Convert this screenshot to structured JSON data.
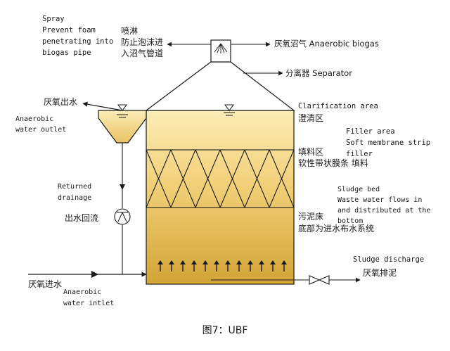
{
  "labels": {
    "spray_en": [
      "Spray",
      "Prevent foam",
      "penetrating into",
      "biogas pipe"
    ],
    "spray_zh": [
      "喷淋",
      "防止泡沫进",
      "入沼气管道"
    ],
    "biogas": "厌氧沼气 Anaerobic biogas",
    "separator": "分离器 Separator",
    "outlet_zh": "厌氧出水",
    "outlet_en": [
      "Anaerobic",
      "water outlet"
    ],
    "clarification_en": "Clarification area",
    "clarification_zh": "澄清区",
    "filler_en": [
      "Filler area",
      "Soft membrane strip",
      "filler"
    ],
    "filler_zh": [
      "填料区",
      "软性带状膜条 填料"
    ],
    "returned_en": [
      "Returned",
      "drainage"
    ],
    "returned_zh": "出水回流",
    "sludge_bed_en": [
      "Sludge bed",
      "Waste water flows in",
      "and distributed at the",
      "bottom"
    ],
    "sludge_bed_zh": [
      "污泥床",
      "底部为进水布水系统"
    ],
    "sludge_discharge_en": "Sludge discharge",
    "sludge_discharge_zh": "厌氧排泥",
    "inlet_zh": "厌氧进水",
    "inlet_en": [
      "Anaerobic",
      "water intlet"
    ],
    "caption": "图7：UBF"
  },
  "colors": {
    "fill_light": "#fbedb6",
    "fill_mid": "#f1ce75",
    "fill_dark": "#d2a437",
    "line": "#1a1a1a"
  }
}
